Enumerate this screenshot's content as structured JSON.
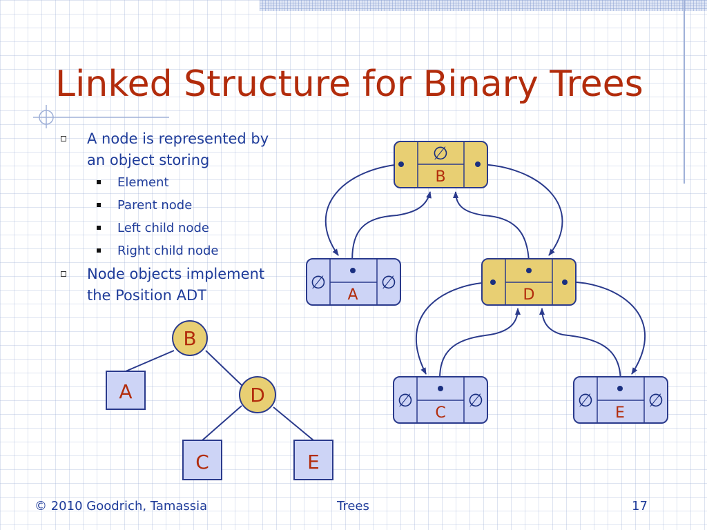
{
  "title": "Linked Structure for Binary Trees",
  "bullets": [
    {
      "text": "A node is represented by an object storing",
      "sub": [
        "Element",
        "Parent node",
        "Left child node",
        "Right child node"
      ]
    },
    {
      "text": "Node objects implement the Position ADT"
    }
  ],
  "null_symbol": "∅",
  "linked_nodes": [
    {
      "id": "B",
      "label": "B",
      "fill": "#e8cf73",
      "parent_null": true,
      "left_null": false,
      "right_null": false
    },
    {
      "id": "A",
      "label": "A",
      "fill": "#cdd4f6",
      "parent_null": false,
      "left_null": true,
      "right_null": true
    },
    {
      "id": "D",
      "label": "D",
      "fill": "#e8cf73",
      "parent_null": false,
      "left_null": false,
      "right_null": false
    },
    {
      "id": "C",
      "label": "C",
      "fill": "#cdd4f6",
      "parent_null": false,
      "left_null": true,
      "right_null": true
    },
    {
      "id": "E",
      "label": "E",
      "fill": "#cdd4f6",
      "parent_null": false,
      "left_null": true,
      "right_null": true
    }
  ],
  "tree_nodes": [
    {
      "id": "B",
      "label": "B",
      "shape": "circle"
    },
    {
      "id": "A",
      "label": "A",
      "shape": "square"
    },
    {
      "id": "D",
      "label": "D",
      "shape": "circle"
    },
    {
      "id": "C",
      "label": "C",
      "shape": "square"
    },
    {
      "id": "E",
      "label": "E",
      "shape": "square"
    }
  ],
  "footer": {
    "copyright": "© 2010 Goodrich, Tamassia",
    "topic": "Trees",
    "page": "17"
  },
  "colors": {
    "title": "#b22c0c",
    "text": "#1f3c9a",
    "internal_node": "#e8cf73",
    "external_node": "#cdd4f6",
    "outline": "#2a3a8c"
  }
}
